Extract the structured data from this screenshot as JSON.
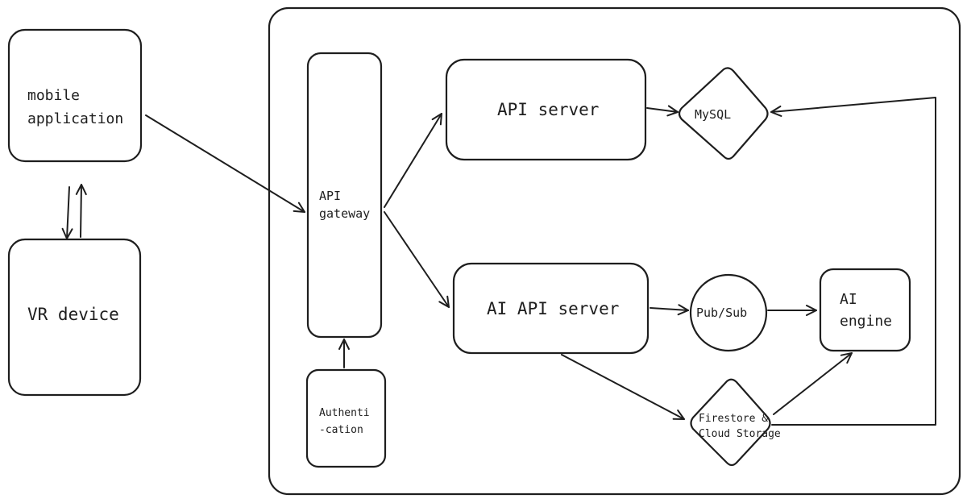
{
  "nodes": {
    "mobile_app": {
      "line1": "mobile",
      "line2": "application"
    },
    "vr_device": {
      "label": "VR device"
    },
    "api_gateway": {
      "line1": "API",
      "line2": "gateway"
    },
    "authentication": {
      "line1": "Authenti",
      "line2": "-cation"
    },
    "api_server": {
      "label": "API server"
    },
    "mysql": {
      "label": "MySQL"
    },
    "ai_api_server": {
      "label": "AI API server"
    },
    "pubsub": {
      "label": "Pub/Sub"
    },
    "ai_engine": {
      "line1": "AI",
      "line2": "engine"
    },
    "firestore": {
      "line1": "Firestore &",
      "line2": "Cloud Storage"
    }
  },
  "colors": {
    "stroke": "#1e1e1e",
    "background": "#ffffff"
  }
}
